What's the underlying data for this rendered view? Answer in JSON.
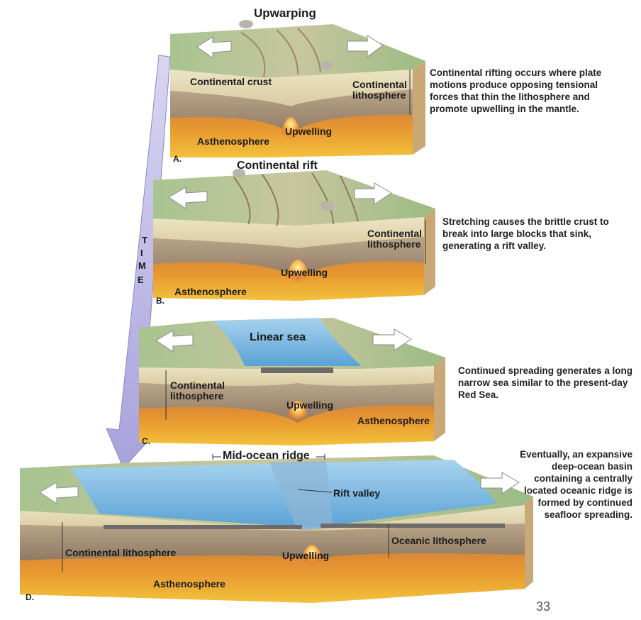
{
  "panels": [
    {
      "letter": "A.",
      "title": "Upwarping",
      "labels": [
        "Continental crust",
        "Continental lithosphere",
        "Upwelling",
        "Asthenosphere"
      ],
      "caption": "Continental rifting occurs where plate motions produce opposing tensional forces that thin the lithosphere and promote upwelling in the mantle."
    },
    {
      "letter": "B.",
      "title": "Continental rift",
      "labels": [
        "Continental lithosphere",
        "Upwelling",
        "Asthenosphere"
      ],
      "caption": "Stretching causes the brittle crust to break into large blocks that sink, generating a rift valley."
    },
    {
      "letter": "C.",
      "title": "Linear sea",
      "labels": [
        "Continental lithosphere",
        "Upwelling",
        "Asthenosphere"
      ],
      "caption": "Continued spreading generates a long narrow sea similar to the present-day Red Sea."
    },
    {
      "letter": "D.",
      "title": "Mid-ocean ridge",
      "labels": [
        "Rift valley",
        "Continental lithosphere",
        "Upwelling",
        "Oceanic lithosphere",
        "Asthenosphere"
      ],
      "caption": "Eventually, an expansive deep-ocean basin containing a centrally located oceanic ridge is formed by continued seafloor spreading."
    }
  ],
  "time_label": [
    "T",
    "I",
    "M",
    "E"
  ],
  "page_number": "33"
}
